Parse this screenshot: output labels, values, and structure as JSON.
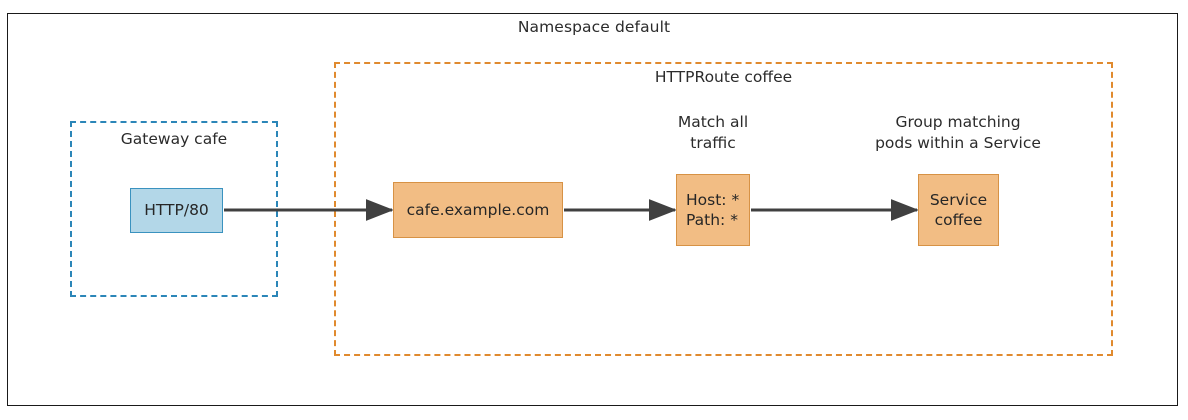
{
  "diagram": {
    "title": "Namespace default",
    "namespace": {
      "label": "Namespace default",
      "border_color": "#1a1a1a"
    },
    "gateway": {
      "label": "Gateway cafe",
      "border_color": "#2b86b8",
      "listener": {
        "label": "HTTP/80",
        "fill": "#b3d7e8",
        "border": "#3a92bf"
      }
    },
    "httproute": {
      "label": "HTTPRoute coffee",
      "border_color": "#e08a2e",
      "hostname": {
        "label": "cafe.example.com",
        "fill": "#f2bd84",
        "border": "#d79245"
      },
      "match": {
        "caption_line1": "Match all",
        "caption_line2": "traffic",
        "line1": "Host: *",
        "line2": "Path: *",
        "fill": "#f2bd84",
        "border": "#d79245"
      },
      "backend": {
        "caption_line1": "Group matching",
        "caption_line2": "pods within a Service",
        "line1": "Service",
        "line2": "coffee",
        "fill": "#f2bd84",
        "border": "#d79245"
      }
    },
    "edges": {
      "color": "#404040",
      "list": [
        {
          "from": "HTTP/80",
          "to": "cafe.example.com"
        },
        {
          "from": "cafe.example.com",
          "to": "Host: * / Path: *"
        },
        {
          "from": "Host: * / Path: *",
          "to": "Service coffee"
        }
      ]
    }
  }
}
